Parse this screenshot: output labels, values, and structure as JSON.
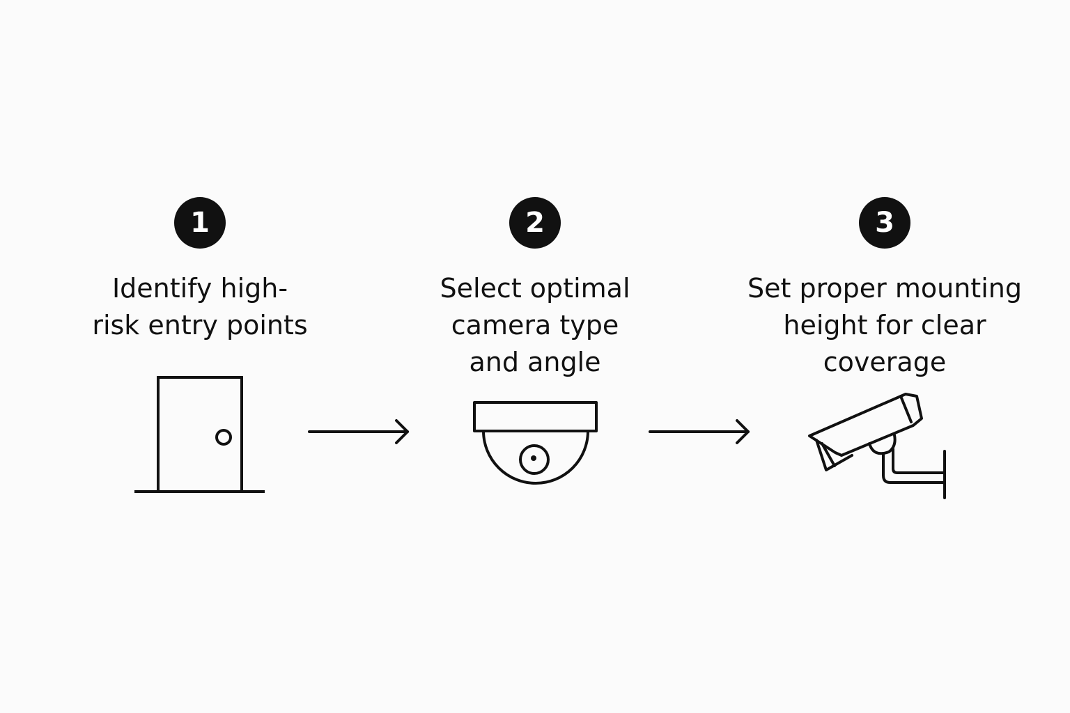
{
  "steps": [
    {
      "number": "1",
      "label_lines": [
        "Identify high-",
        "risk entry points"
      ],
      "icon": "door-icon"
    },
    {
      "number": "2",
      "label_lines": [
        "Select optimal",
        "camera type",
        "and angle"
      ],
      "icon": "dome-camera-icon"
    },
    {
      "number": "3",
      "label_lines": [
        "Set proper mounting",
        "height for clear",
        "coverage"
      ],
      "icon": "bullet-camera-icon"
    }
  ],
  "connectors": [
    "arrow-right-icon",
    "arrow-right-icon"
  ],
  "colors": {
    "background": "#fbfbfb",
    "ink": "#111111",
    "badge_text": "#ffffff"
  }
}
